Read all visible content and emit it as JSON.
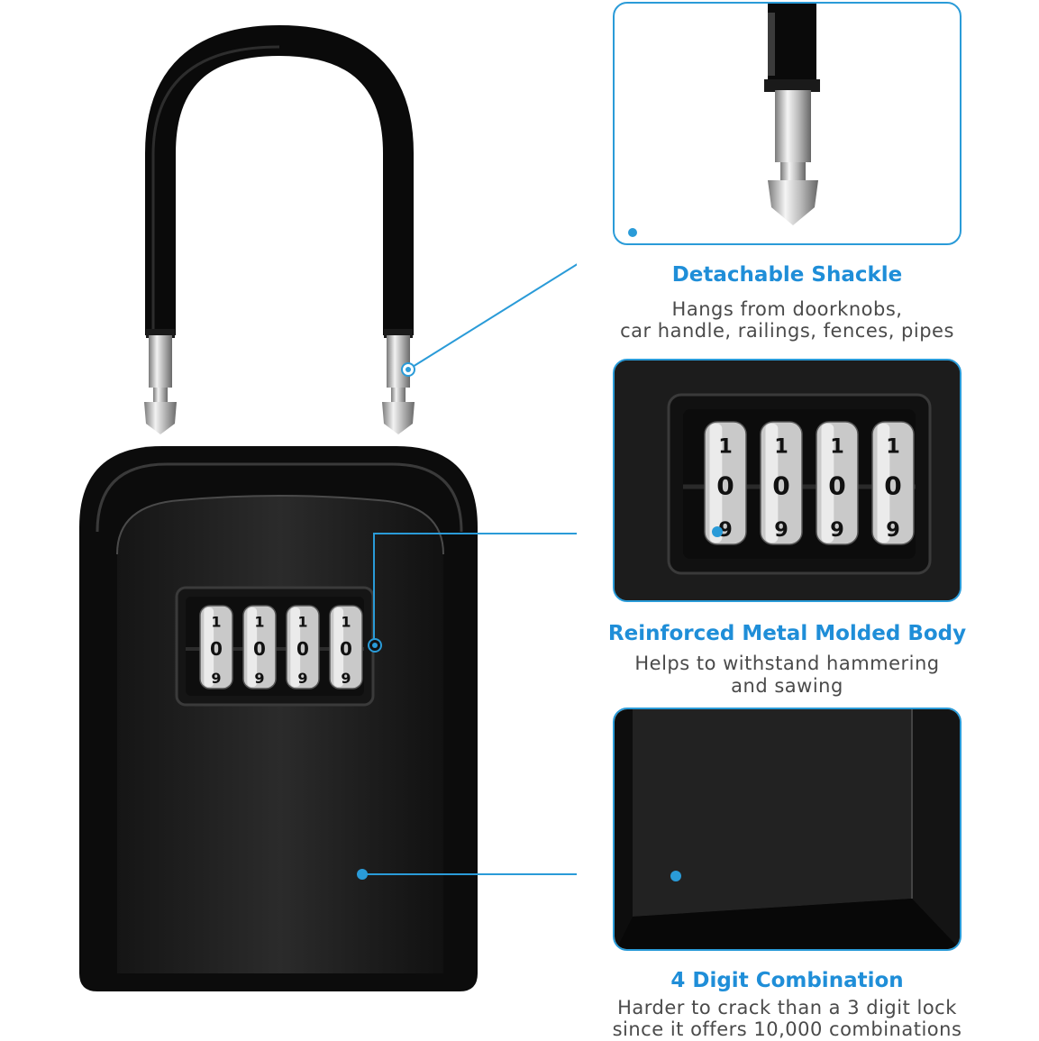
{
  "accent_color": "#1f8ed8",
  "features": [
    {
      "title": "Detachable Shackle",
      "desc_line1": "Hangs from doorknobs,",
      "desc_line2": "car handle, railings, fences, pipes"
    },
    {
      "title": "Reinforced Metal Molded Body",
      "desc_line1": "Helps to withstand hammering",
      "desc_line2": "and sawing"
    },
    {
      "title": "4 Digit Combination",
      "desc_line1": "Harder to crack than a 3 digit lock",
      "desc_line2": "since it offers 10,000 combinations"
    }
  ],
  "dial_digits": {
    "top": "1",
    "middle": "0",
    "bottom": "9"
  }
}
